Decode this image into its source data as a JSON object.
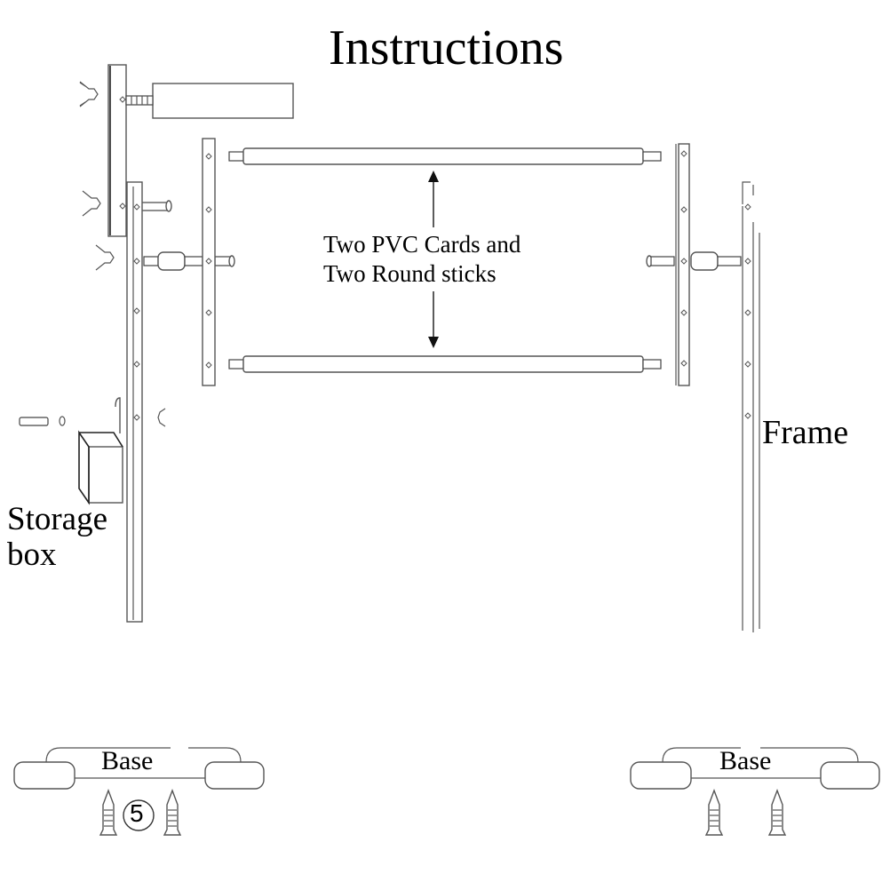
{
  "title": "Instructions",
  "labels": {
    "center_line1": "Two PVC Cards and",
    "center_line2": "Two Round sticks",
    "frame": "Frame",
    "storage_line1": "Storage",
    "storage_line2": "box",
    "base_left": "Base",
    "base_right": "Base",
    "step_number": "5"
  },
  "parts": [
    "wing-nut",
    "bolt",
    "coupling-nut",
    "pvc-card",
    "round-stick",
    "storage-box",
    "frame-pole",
    "base",
    "wood-screw"
  ]
}
